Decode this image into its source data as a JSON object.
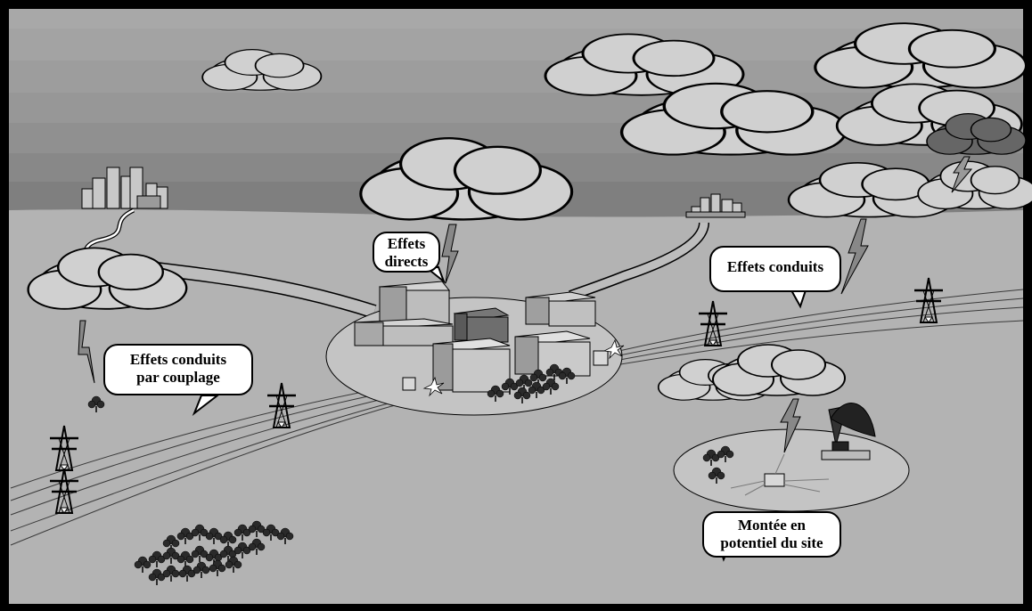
{
  "labels": {
    "direct": [
      "Effets",
      "directs"
    ],
    "conduits": [
      "Effets conduits"
    ],
    "couplage": [
      "Effets conduits",
      "par couplage"
    ],
    "montee": [
      "Montée en",
      "potentiel du site"
    ]
  },
  "colors": {
    "frame": "#000000",
    "ground": "#b3b3b3",
    "sky_top": "#9c9c9c",
    "cloud": "#d0d0d0",
    "storm_cloud": "#666666",
    "site_zone": "#c4c4c4",
    "callout_bg": "#ffffff"
  }
}
